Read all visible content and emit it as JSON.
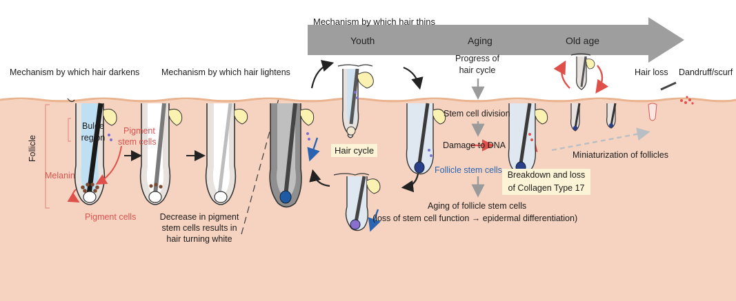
{
  "top_title": "Mechanism by which hair thins",
  "stages": [
    "Youth",
    "Aging",
    "Old age"
  ],
  "darkens_title": "Mechanism by which hair darkens",
  "lightens_title": "Mechanism by which hair lightens",
  "follicle": "Follicle",
  "bulge": [
    "Bulge",
    "region"
  ],
  "pigment_stem": [
    "Pigment",
    "stem cells"
  ],
  "melanin": "Melanin",
  "pigment_cells": "Pigment cells",
  "white_text": [
    "Decrease in pigment",
    "stem cells results in",
    "hair turning white"
  ],
  "hair_cycle": "Hair cycle",
  "progress": [
    "Progress of",
    "hair cycle"
  ],
  "stem_division": "Stem cell division",
  "damage": "Damage to DNA",
  "follicle_stem": "Follicle stem cells",
  "breakdown": [
    "Breakdown and loss",
    "of Collagen Type 17"
  ],
  "aging_stem": [
    "Aging of follicle stem cells",
    "(loss of stem cell function → epidermal differentiation)"
  ],
  "hair_loss": "Hair loss",
  "dandruff": "Dandruff/scurf",
  "miniaturization": "Miniaturization of follicles",
  "colors": {
    "skin": "#f6d3c0",
    "surface": "#e9b48f",
    "banner": "#9e9e9e",
    "red": "#d9534f",
    "blue": "#2a64b0",
    "label_bg": "#fdf3d6"
  }
}
